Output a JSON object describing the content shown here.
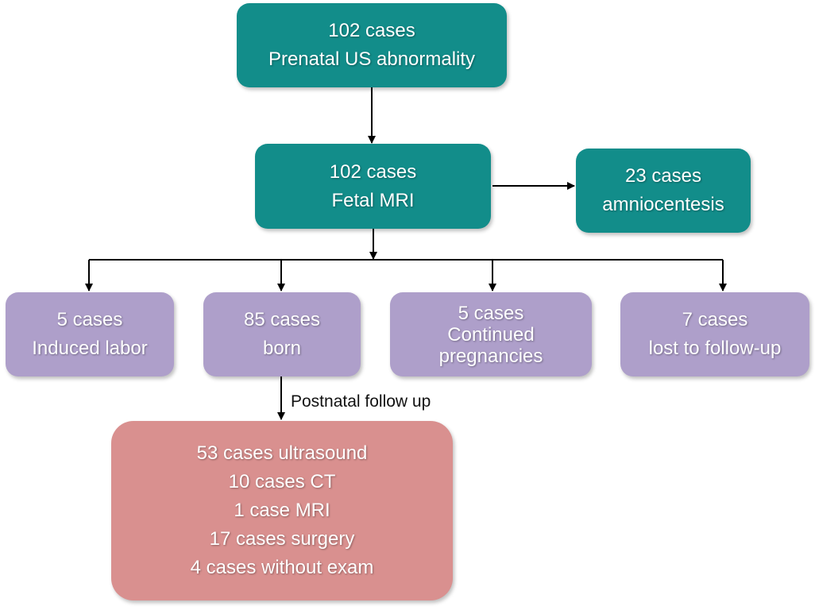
{
  "colors": {
    "teal": "#128d8a",
    "purple": "#ae9fca",
    "rose": "#d9908f",
    "arrow": "#000000"
  },
  "nodes": {
    "prenatal_us": {
      "line1": "102 cases",
      "line2": "Prenatal US abnormality"
    },
    "fetal_mri": {
      "line1": "102 cases",
      "line2": "Fetal MRI"
    },
    "amniocentesis": {
      "line1": "23 cases",
      "line2": "amniocentesis"
    },
    "induced_labor": {
      "line1": "5 cases",
      "line2": "Induced labor"
    },
    "born": {
      "line1": "85 cases",
      "line2": "born"
    },
    "continued": {
      "line1": "5 cases",
      "line2": "Continued",
      "line3": "pregnancies"
    },
    "lost": {
      "line1": "7 cases",
      "line2": "lost to follow-up"
    },
    "followup": {
      "lines": [
        "53 cases ultrasound",
        "10 cases CT",
        "1 case MRI",
        "17 cases surgery",
        "4 cases without exam"
      ]
    }
  },
  "edges": {
    "followup_label": "Postnatal follow up"
  }
}
